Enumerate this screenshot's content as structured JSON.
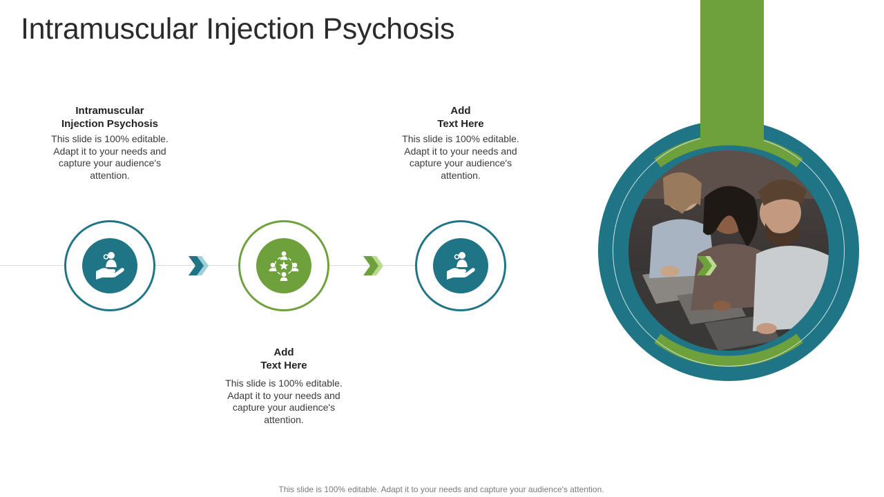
{
  "slide": {
    "title": "Intramuscular Injection Psychosis",
    "footer": "This slide is 100% editable. Adapt it to your needs and capture your audience's attention."
  },
  "steps": [
    {
      "heading_line1": "Intramuscular",
      "heading_line2": "Injection Psychosis",
      "body": "This slide is 100% editable. Adapt it to your needs and capture your audience's attention.",
      "icon": "hand-holding-person-icon",
      "color": "#1f7485"
    },
    {
      "heading_line1": "Add",
      "heading_line2": "Text Here",
      "body": "This slide is 100% editable. Adapt it to your needs and capture your audience's attention.",
      "icon": "team-star-icon",
      "color": "#6ea13c"
    },
    {
      "heading_line1": "Add",
      "heading_line2": "Text Here",
      "body": "This slide is 100% editable. Adapt it to your needs and capture your audience's attention.",
      "icon": "hand-holding-person-icon",
      "color": "#1f7485"
    }
  ],
  "colors": {
    "teal": "#1f7485",
    "green": "#6ea13c",
    "arrow_light_teal": "#9fd0d9",
    "arrow_light_green": "#b8d98f"
  },
  "photo": {
    "icon": "photo-people-at-laptops"
  }
}
